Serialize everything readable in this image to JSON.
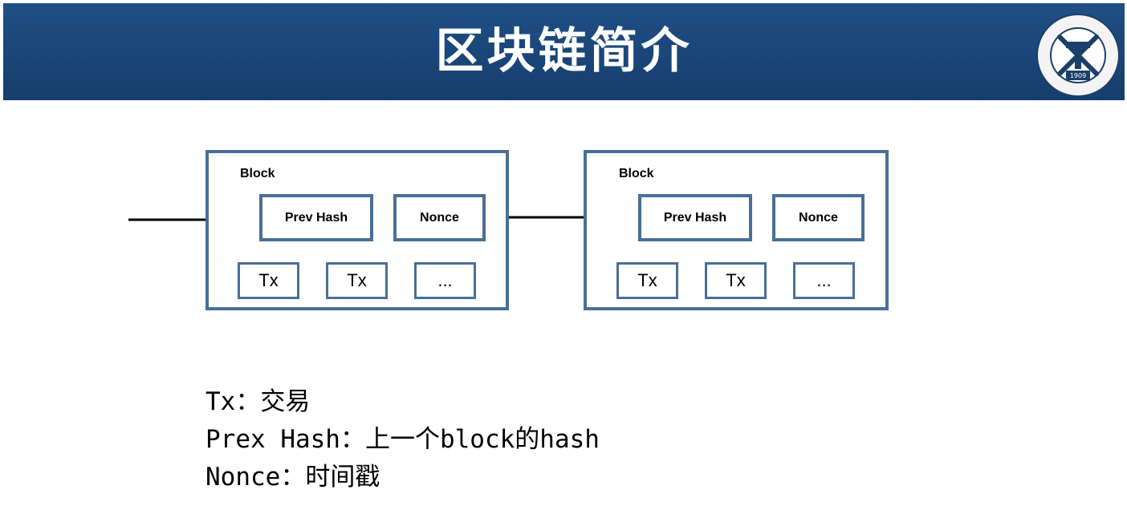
{
  "header": {
    "title": "区块链简介",
    "logo_year": "1909"
  },
  "blocks": [
    {
      "label": "Block",
      "prev_hash": "Prev Hash",
      "nonce": "Nonce",
      "tx": [
        "Tx",
        "Tx",
        "..."
      ]
    },
    {
      "label": "Block",
      "prev_hash": "Prev Hash",
      "nonce": "Nonce",
      "tx": [
        "Tx",
        "Tx",
        "..."
      ]
    }
  ],
  "legend": [
    "Tx：交易",
    "Prex Hash：上一个block的hash",
    "Nonce：时间戳"
  ],
  "colors": {
    "header_bg": "#1f4f86",
    "box_border": "#4a6f97"
  }
}
